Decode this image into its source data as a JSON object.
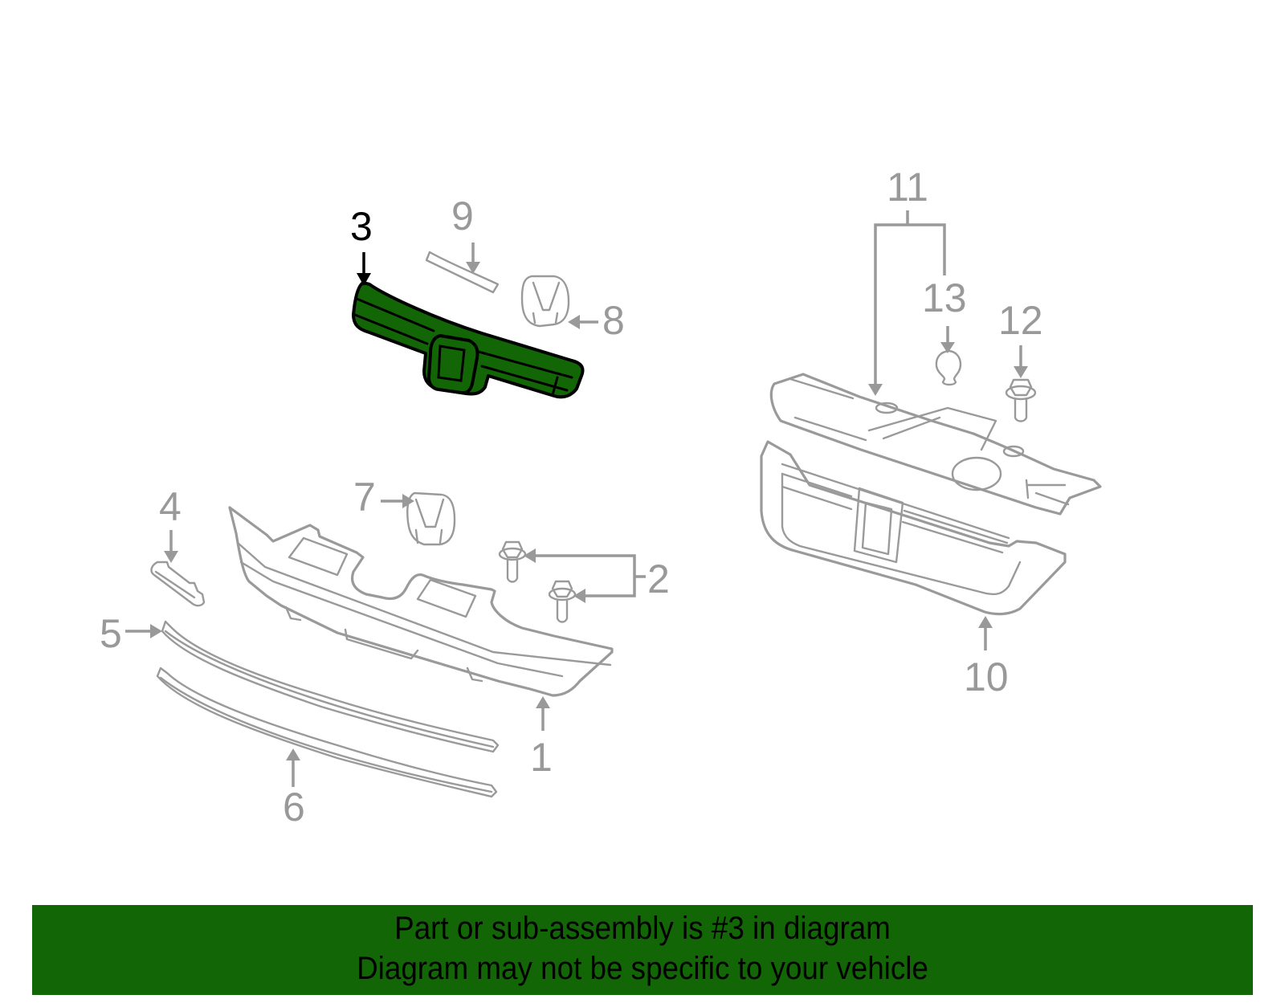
{
  "diagram": {
    "highlighted_part": "3",
    "callouts": [
      {
        "id": "1",
        "label": "1"
      },
      {
        "id": "2",
        "label": "2"
      },
      {
        "id": "3",
        "label": "3"
      },
      {
        "id": "4",
        "label": "4"
      },
      {
        "id": "5",
        "label": "5"
      },
      {
        "id": "6",
        "label": "6"
      },
      {
        "id": "7",
        "label": "7"
      },
      {
        "id": "8",
        "label": "8"
      },
      {
        "id": "9",
        "label": "9"
      },
      {
        "id": "10",
        "label": "10"
      },
      {
        "id": "11",
        "label": "11"
      },
      {
        "id": "12",
        "label": "12"
      },
      {
        "id": "13",
        "label": "13"
      }
    ],
    "colors": {
      "highlight_fill": "#126606",
      "highlight_outline": "#000000",
      "other_parts": "#999999"
    }
  },
  "banner": {
    "line1": "Part or sub-assembly is #3 in diagram",
    "line2": "Diagram may not be specific to your vehicle",
    "background": "#126606"
  }
}
